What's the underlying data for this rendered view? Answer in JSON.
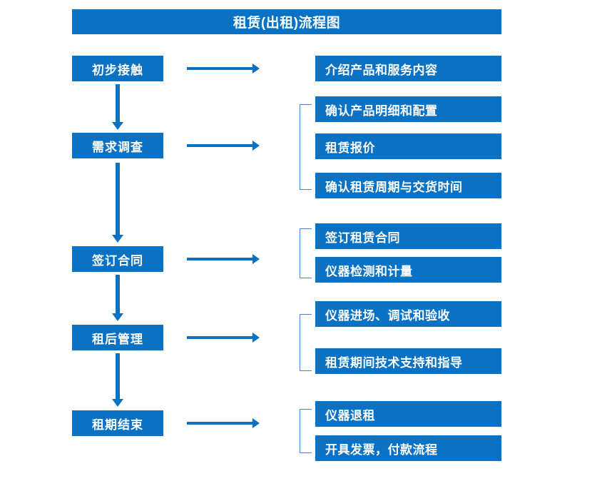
{
  "title": "租赁(出租)流程图",
  "theme": {
    "box_fill": "#0A72C4",
    "box_text": "#FFFFFF",
    "arrow": "#0A72C4",
    "bracket": "#4A82C8",
    "background": "#FFFFFF"
  },
  "stages": [
    {
      "label": "初步接触"
    },
    {
      "label": "需求调查"
    },
    {
      "label": "签订合同"
    },
    {
      "label": "租后管理"
    },
    {
      "label": "租期结束"
    }
  ],
  "details": [
    {
      "label": "介绍产品和服务内容"
    },
    {
      "label": "确认产品明细和配置"
    },
    {
      "label": "租赁报价"
    },
    {
      "label": "确认租赁周期与交货时间"
    },
    {
      "label": "签订租赁合同"
    },
    {
      "label": "仪器检测和计量"
    },
    {
      "label": "仪器进场、调试和验收"
    },
    {
      "label": "租赁期间技术支持和指导"
    },
    {
      "label": "仪器退租"
    },
    {
      "label": "开具发票，付款流程"
    }
  ],
  "icons": {
    "arrow_right": "right-arrow-icon",
    "arrow_down": "down-arrow-icon",
    "bracket": "group-bracket-icon"
  }
}
